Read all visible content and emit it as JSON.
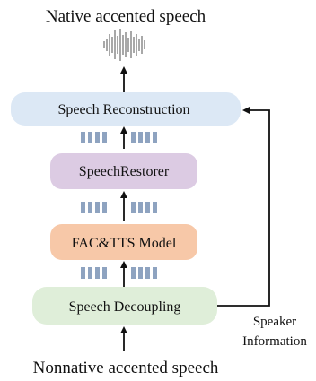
{
  "title_top": "Native accented speech",
  "title_bottom": "Nonnative accented speech",
  "modules": {
    "reconstruction": {
      "label": "Speech Reconstruction",
      "fill": "#dce8f5"
    },
    "restorer": {
      "label": "SpeechRestorer",
      "fill": "#dccbe3"
    },
    "fac_tts": {
      "label": "FAC&TTS Model",
      "fill": "#f7c8a8"
    },
    "decoupling": {
      "label": "Speech Decoupling",
      "fill": "#dfeed9"
    }
  },
  "side_label": {
    "line1": "Speaker",
    "line2": "Information"
  },
  "colors": {
    "token": "#8ea3c0",
    "arrow": "#111111",
    "waveform": "#7a7a7a"
  },
  "icons": {
    "waveform": "waveform-icon"
  }
}
